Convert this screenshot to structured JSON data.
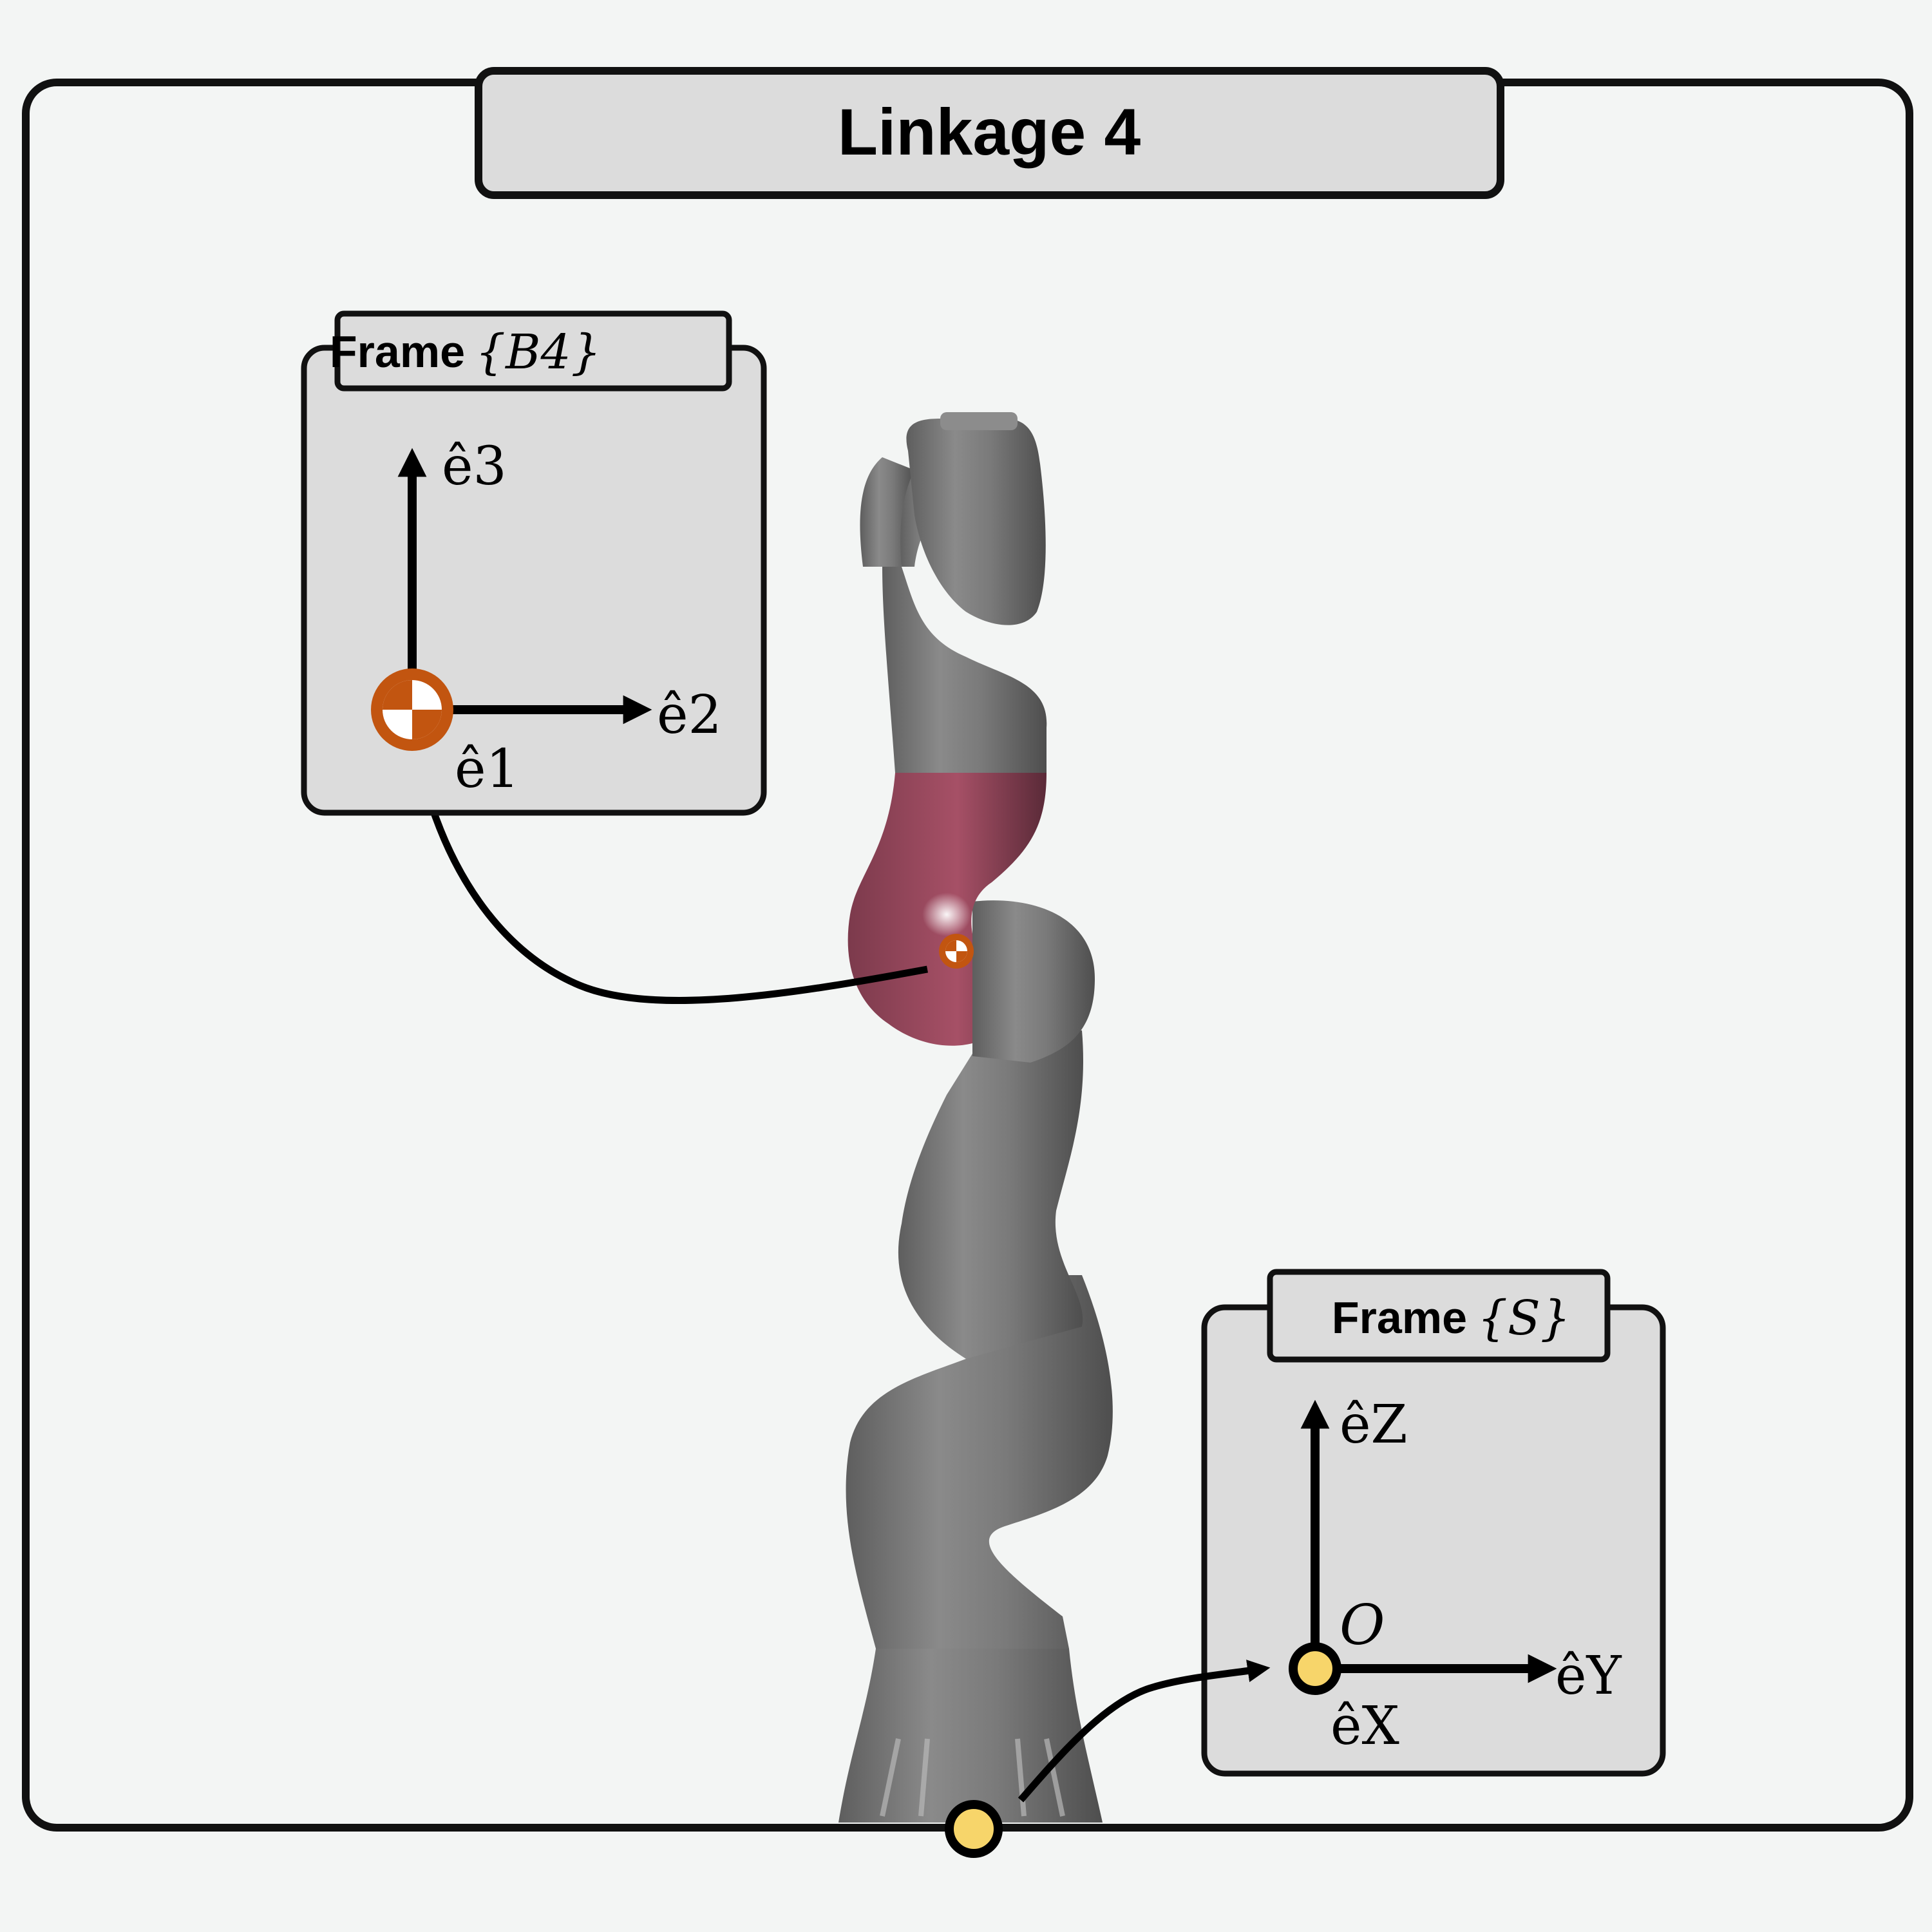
{
  "title": "Linkage 4",
  "frame_b4": {
    "label": "Frame",
    "symbol": "{B4}",
    "axis_vertical": "ê3",
    "axis_horizontal": "ê2",
    "axis_out_of_page": "ê1"
  },
  "frame_s": {
    "label": "Frame",
    "symbol": "{S}",
    "axis_vertical": "êZ",
    "axis_horizontal": "êY",
    "axis_out_of_page": "êX",
    "origin_label": "O"
  },
  "colors": {
    "page_background": "#f3f5f4",
    "panel_fill": "#dcdcdc",
    "outline": "#111111",
    "link_highlight": "#9a4a5e",
    "robot_grey": "#7a7a7a",
    "center_of_mass": "#c25510",
    "origin_marker": "#f7d56a"
  }
}
